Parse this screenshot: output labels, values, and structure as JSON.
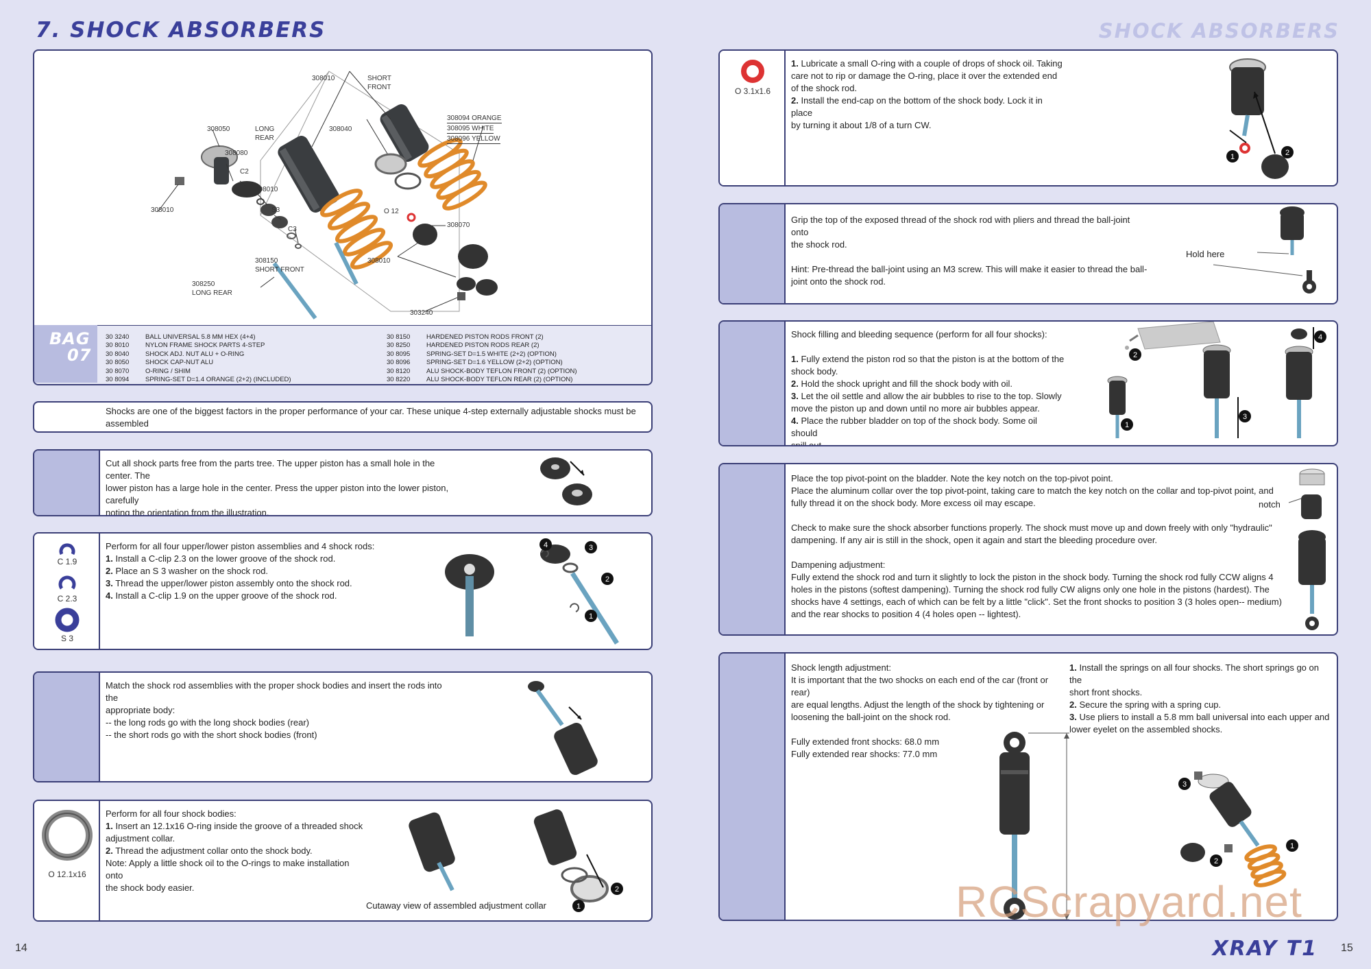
{
  "header": {
    "left_title": "7. SHOCK ABSORBERS",
    "right_title": "SHOCK ABSORBERS"
  },
  "diagram": {
    "part_labels": {
      "p308010_top": "308010",
      "short_front": "SHORT\nFRONT",
      "p308050": "308050",
      "long_rear": "LONG\nREAR",
      "p308040": "308040",
      "p308094": "308094 ORANGE",
      "p308095": "308095 WHITE",
      "p308096": "308096 YELLOW",
      "p308080": "308080",
      "c2": "C2",
      "p308010_mid": "308010",
      "p308010_left": "308010",
      "s3": "S3",
      "o12": "O 12",
      "c3": "C3",
      "p308070": "308070",
      "p308150": "308150\nSHORT FRONT",
      "p308010_bottom": "308010",
      "p308250": "308250\nLONG REAR",
      "p303240": "303240"
    },
    "bag": {
      "line1": "BAG",
      "line2": "07"
    },
    "parts_left": [
      {
        "code": "30 3240",
        "desc": "BALL UNIVERSAL 5.8 MM HEX  (4+4)"
      },
      {
        "code": "30 8010",
        "desc": "NYLON FRAME SHOCK PARTS 4-STEP"
      },
      {
        "code": "30 8040",
        "desc": "SHOCK ADJ. NUT ALU + O-RING"
      },
      {
        "code": "30 8050",
        "desc": "SHOCK CAP-NUT ALU"
      },
      {
        "code": "30 8070",
        "desc": "O-RING / SHIM"
      },
      {
        "code": "30 8094",
        "desc": "SPRING-SET D=1.4 ORANGE (2+2)  (INCLUDED)"
      }
    ],
    "parts_right": [
      {
        "code": "30 8150",
        "desc": "HARDENED PISTON RODS FRONT  (2)"
      },
      {
        "code": "30 8250",
        "desc": "HARDENED PISTON RODS REAR  (2)"
      },
      {
        "code": "30 8095",
        "desc": "SPRING-SET D=1.5 WHITE (2+2)  (OPTION)"
      },
      {
        "code": "30 8096",
        "desc": "SPRING-SET D=1.6 YELLOW (2+2)  (OPTION)"
      },
      {
        "code": "30 8120",
        "desc": "ALU SHOCK-BODY TEFLON FRONT  (2)  (OPTION)"
      },
      {
        "code": "30 8220",
        "desc": "ALU SHOCK-BODY TEFLON REAR  (2)  (OPTION)"
      }
    ]
  },
  "intro_text": "Shocks are one of the biggest factors in the proper performance of your car. These unique 4-step externally adjustable shocks must be assembled\nwith extreme precision. After removing the nylon parts from the frame, make sure to remove any excess plastic flash with a sharp knife.",
  "step1": {
    "text": "Cut all shock parts free from the parts tree. The upper piston has a small hole in the center. The\nlower piston has a large hole in the center. Press the upper piston into the lower piston, carefully\nnoting the orientation from the illustration."
  },
  "step2": {
    "intro": "Perform for all four upper/lower piston assemblies and 4 shock rods:",
    "items": [
      "Install a C-clip 2.3 on the lower groove of the shock rod.",
      "Place an S 3 washer on the shock rod.",
      "Thread the upper/lower piston assembly onto the shock rod.",
      "Install a C-clip 1.9 on the upper groove of the shock rod."
    ],
    "nums": [
      "1.",
      "2.",
      "3.",
      "4."
    ],
    "side_labels": [
      "C 1.9",
      "C 2.3",
      "S 3"
    ]
  },
  "step3": {
    "text": "Match the shock rod assemblies with the proper shock bodies and insert the rods into the\nappropriate body:\n-- the long rods go with the long shock bodies (rear)\n-- the short rods go with the short shock bodies (front)"
  },
  "step4": {
    "intro": "Perform for all four shock bodies:",
    "item1": "Insert an 12.1x16 O-ring inside the groove of a threaded shock\nadjustment collar.",
    "item2": "Thread the adjustment collar onto the shock body.",
    "note": "Note: Apply a little shock oil to the O-rings to make installation onto\nthe shock body easier.",
    "nums": [
      "1.",
      "2."
    ],
    "side_label": "O 12.1x16",
    "caption": "Cutaway view of assembled adjustment collar"
  },
  "step5": {
    "item1": "Lubricate a small O-ring with a couple of drops of shock oil. Taking\ncare not to rip or damage the O-ring, place it over the extended end\nof the shock rod.",
    "item2": "Install the end-cap on the bottom of the shock body. Lock it in place\nby turning it about 1/8 of a turn CW.",
    "nums": [
      "1.",
      "2."
    ],
    "side_label": "O 3.1x1.6"
  },
  "step6": {
    "text": "Grip the top of the exposed thread of the shock rod with pliers and thread the ball-joint onto\nthe shock rod.\n\nHint: Pre-thread the ball-joint using an M3 screw. This will make it easier to thread the ball-\njoint onto the shock rod.",
    "hold_label": "Hold here"
  },
  "step7": {
    "intro": "Shock filling and bleeding sequence (perform for all four shocks):",
    "items": [
      "Fully extend the piston rod so that the piston is at the bottom of the\nshock body.",
      "Hold the shock upright and fill the shock body with oil.",
      "Let the oil settle and allow the air bubbles to rise to the top. Slowly\nmove the piston up and down until no more air bubbles appear.",
      "Place the rubber bladder on top of the shock body. Some oil should\nspill out."
    ],
    "nums": [
      "1.",
      "2.",
      "3.",
      "4."
    ]
  },
  "step8": {
    "text": "Place the top pivot-point on the bladder. Note the key notch on the top-pivot point.\nPlace the aluminum collar over the top pivot-point, taking care to match the key notch on the collar and top-pivot point, and\nfully thread it on the shock body. More excess oil may escape.\n\nCheck to make sure the shock absorber functions properly. The shock must move up and down freely with only \"hydraulic\"\ndampening. If any air is still in the shock, open it again and start the bleeding procedure over.\n\nDampening adjustment:\nFully extend the shock rod and turn it slightly to lock the piston in the shock body. Turning the shock rod fully CCW aligns 4\nholes in the pistons (softest dampening). Turning the shock rod fully CW aligns only one hole in the pistons (hardest). The\nshocks have 4 settings, each of which can be felt by a little \"click\". Set the front shocks to position 3 (3 holes open-- medium)\nand the rear shocks to position 4 (4 holes open -- lightest).",
    "notch_label": "notch"
  },
  "step9": {
    "text": "Shock length adjustment:\nIt is important that the two shocks on each end of the car (front or rear)\nare equal lengths. Adjust the length of the shock by tightening or\nloosening the ball-joint on the shock rod.\n\nFully extended front shocks:  68.0 mm\nFully extended rear shocks:   77.0 mm",
    "items": [
      "Install the springs on all four shocks. The short springs go on the\nshort front shocks.",
      "Secure the spring with a spring cup.",
      "Use pliers to install a 5.8 mm ball universal into each upper and\nlower eyelet on the assembled shocks."
    ],
    "nums": [
      "1.",
      "2.",
      "3."
    ]
  },
  "footer": {
    "page_left": "14",
    "page_right": "15",
    "logo": "XRAY T1",
    "watermark": "RCScrapyard.net"
  },
  "colors": {
    "accent": "#3a3f9a",
    "panel_border": "#3b3f77",
    "side_bar": "#b8bce0",
    "spring": "#e08a2a",
    "rod": "#6aa3c0"
  }
}
